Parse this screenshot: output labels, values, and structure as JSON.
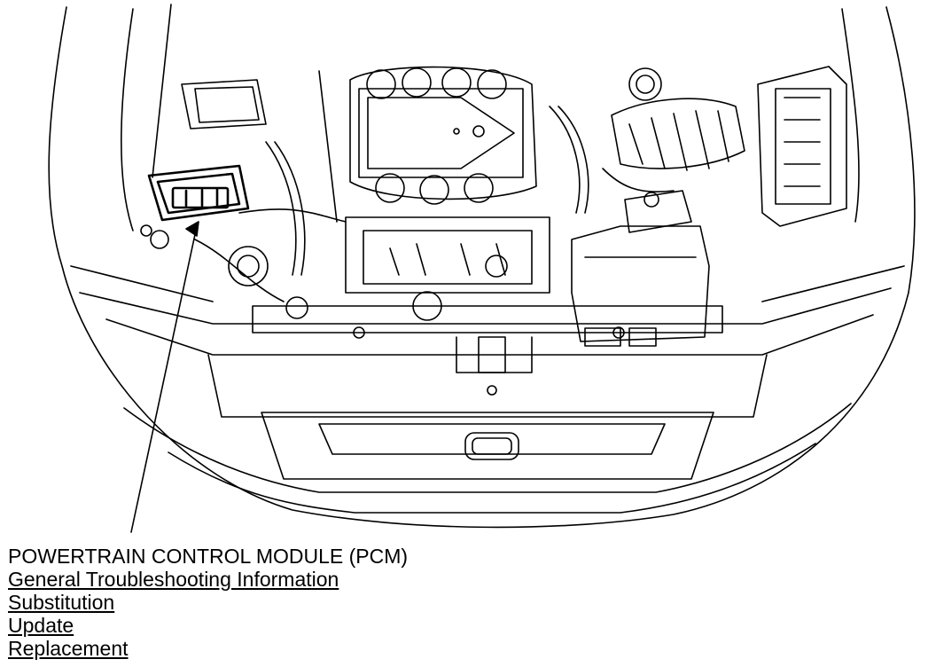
{
  "callout": {
    "title": "POWERTRAIN CONTROL MODULE (PCM)",
    "links": [
      "General Troubleshooting Information",
      "Substitution",
      "Update",
      "Replacement"
    ]
  },
  "colors": {
    "line": "#000000",
    "background": "#ffffff"
  }
}
